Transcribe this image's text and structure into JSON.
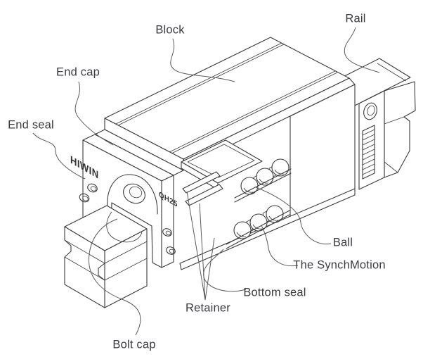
{
  "diagram": {
    "type": "technical-line-illustration",
    "subject": "Linear guideway block and rail assembly, partially sectioned",
    "background_color": "#ffffff",
    "line_color": "#3a3a3a",
    "label_color": "#3b3b40",
    "part_markings": {
      "brand_text": "HIWIN",
      "model_text": "QH25"
    },
    "labels": [
      {
        "text": "Block"
      },
      {
        "text": "Rail"
      },
      {
        "text": "End cap"
      },
      {
        "text": "End seal"
      },
      {
        "text": "Ball"
      },
      {
        "text": "The SynchMotion"
      },
      {
        "text": "Bottom seal"
      },
      {
        "text": "Retainer"
      },
      {
        "text": "Bolt cap"
      }
    ]
  }
}
